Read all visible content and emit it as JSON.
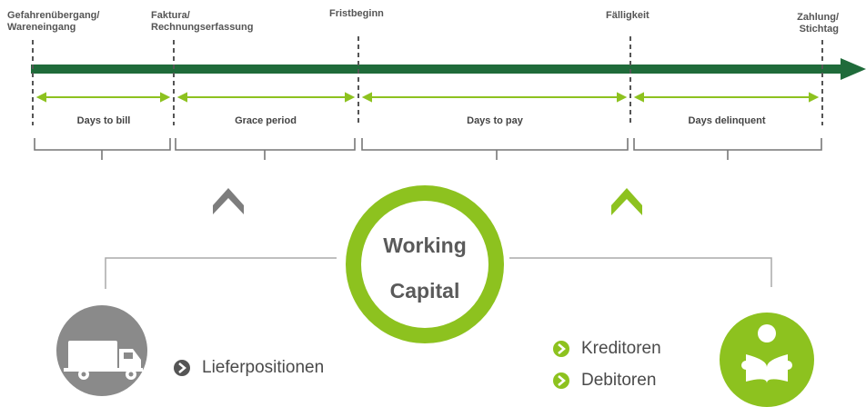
{
  "milestones": [
    {
      "line1": "Gefahrenübergang/",
      "line2": "Wareneingang"
    },
    {
      "line1": "Faktura/",
      "line2": "Rechnungserfassung"
    },
    {
      "line1": "Fristbeginn",
      "line2": ""
    },
    {
      "line1": "Fälligkeit",
      "line2": ""
    },
    {
      "line1": "Zahlung/",
      "line2": "Stichtag"
    }
  ],
  "periods": [
    "Days to bill",
    "Grace period",
    "Days to pay",
    "Days delinquent"
  ],
  "center": {
    "line1": "Working",
    "line2": "Capital"
  },
  "left_item": "Lieferpositionen",
  "right_items": [
    "Kreditoren",
    "Debitoren"
  ],
  "icons": [
    "truck-icon",
    "reader-icon",
    "chevron-up-icon"
  ],
  "colors": {
    "timeline": "#1f6b3a",
    "accent": "#8dc21f",
    "grey": "#8a8a8a",
    "dark": "#555555"
  }
}
